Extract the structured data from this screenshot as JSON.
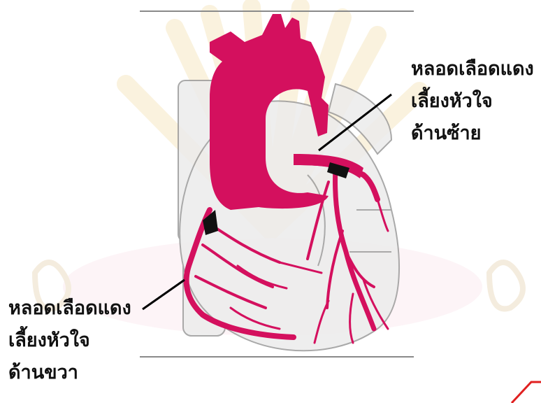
{
  "labels": {
    "left_coronary": [
      "หลอดเลือดแดง",
      "เลี้ยงหัวใจ",
      "ด้านซ้าย"
    ],
    "right_coronary": [
      "หลอดเลือดแดง",
      "เลี้ยงหัวใจ",
      "ด้านขวา"
    ]
  },
  "colors": {
    "vessel": "#d4105e",
    "heart_outline": "#9a9a9a",
    "heart_fill": "#ececec",
    "watermark": "#f0d9a0",
    "pink_ellipse": "#f6dbe4",
    "pointer": "#000000",
    "corner_mark": "#e02020"
  }
}
